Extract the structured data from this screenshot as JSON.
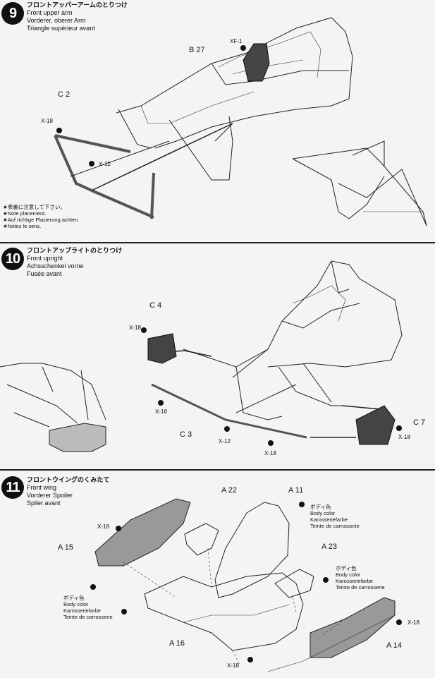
{
  "steps": [
    {
      "number": "9",
      "title_jp": "フロントアッパーアームのとりつけ",
      "title_en": "Front upper arm",
      "title_de": "Vorderer, oberer Arm",
      "title_fr": "Triangle supérieur avant",
      "labels": {
        "b27": "B 27",
        "xf1": "XF-1",
        "c2": "C 2",
        "x18": "X-18",
        "x12": "X-12"
      },
      "note": {
        "jp": "★表裏に注意して下さい。",
        "en": "★Note placement.",
        "de": "★Auf richtige Plazierung achten.",
        "fr": "★Notez le sens."
      }
    },
    {
      "number": "10",
      "title_jp": "フロントアップライトのとりつけ",
      "title_en": "Front upright",
      "title_de": "Achsschenkel vorne",
      "title_fr": "Fusée avant",
      "labels": {
        "c4": "C 4",
        "c3": "C 3",
        "c7": "C 7",
        "x18a": "X-18",
        "x18b": "X-18",
        "x12": "X-12",
        "x18c": "X-18",
        "x18d": "X-18"
      }
    },
    {
      "number": "11",
      "title_jp": "フロントウイングのくみたて",
      "title_en": "Front wing",
      "title_de": "Vorderer Spoiler",
      "title_fr": "Spiler avant",
      "labels": {
        "a22": "A 22",
        "a11": "A 11",
        "a15": "A 15",
        "a23": "A 23",
        "a16": "A 16",
        "a14": "A 14",
        "x18a": "X-18",
        "x18b": "X-18",
        "x18c": "X-18"
      },
      "body_color": {
        "jp": "ボディ色",
        "en": "Body color",
        "de": "Karosseriefarbe",
        "fr": "Teinte de carrosserie"
      }
    }
  ]
}
